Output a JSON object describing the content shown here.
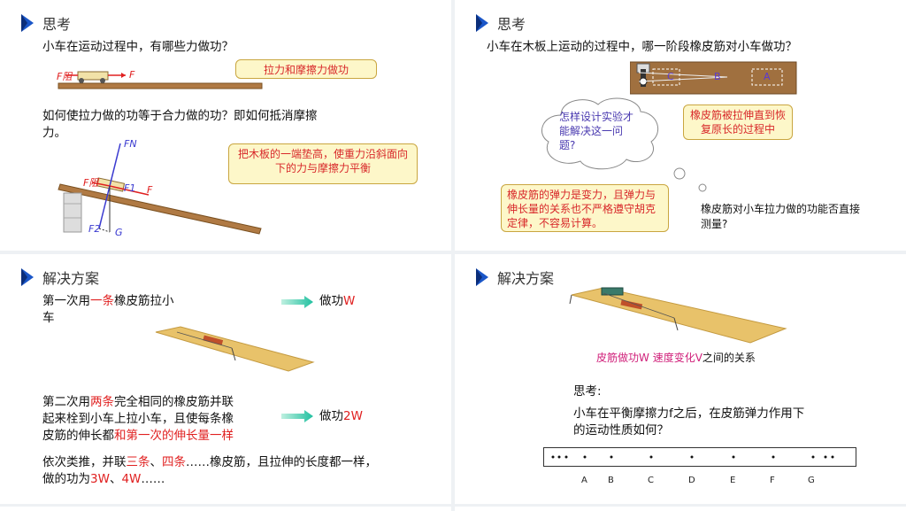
{
  "panel1": {
    "title": "思考",
    "q1": "小车在运动过程中，有哪些力做功？",
    "callout1": "拉力和摩擦力做功",
    "q2_line1": "如何使拉力做的功等于合力做的功？即如何抵消摩擦",
    "q2_line2": "力。",
    "callout2": "把木板的一端垫高，使重力沿斜面向下的力与摩擦力平衡",
    "labels": {
      "f_resist": "F阻",
      "f": "F",
      "fn": "FN",
      "f1": "F1",
      "f2": "F2",
      "g": "G"
    }
  },
  "panel2": {
    "title": "思考",
    "q1": "小车在木板上运动的过程中，哪一阶段橡皮筋对小车做功？",
    "board_labels": [
      "C",
      "B",
      "A"
    ],
    "callout_answer": "橡皮筋被拉伸直到恢复原长的过程中",
    "cloud_text": "怎样设计实验才能解决这一问题?",
    "callout_elastic": "橡皮筋的弹力是变力，且弹力与伸长量的关系也不严格遵守胡克定律，不容易计算。",
    "side_q": "橡皮筋对小车拉力做的功能否直接测量?"
  },
  "panel3": {
    "title": "解决方案",
    "step1_pre": "第一次用",
    "step1_red": "一条",
    "step1_post": "橡皮筋拉小",
    "step1_line2": "车",
    "result1_pre": "做功",
    "result1_red": "W",
    "step2_pre": "第二次用",
    "step2_red": "两条",
    "step2_post": "完全相同的橡皮筋并联",
    "step2_line2": "起来栓到小车上拉小车，且使每条橡",
    "step2_line3_pre": "皮筋的伸长都",
    "step2_line3_red": "和第一次的伸长量一样",
    "result2_pre": "做功",
    "result2_red": "2W",
    "step3_pre": "依次类推，并联",
    "step3_red1": "三条",
    "step3_mid": "、",
    "step3_red2": "四条",
    "step3_post": "……橡皮筋，且拉伸的长度都一样，",
    "step3_line2_pre": "做的功为",
    "step3_red3": "3W",
    "step3_mid2": "、",
    "step3_red4": "4W",
    "step3_end": "……"
  },
  "panel4": {
    "title": "解决方案",
    "relation_red1": "皮筋做功W",
    "relation_red2": "速度变化V",
    "relation_post": "之间的关系",
    "think": "思考:",
    "q_line1": "小车在平衡摩擦力f之后，在皮筋弹力作用下",
    "q_line2": "的运动性质如何？",
    "dot_labels": [
      "A",
      "B",
      "C",
      "D",
      "E",
      "F",
      "G"
    ]
  },
  "colors": {
    "accent": "#1a56c8",
    "callout_bg": "#fdf7c9",
    "red": "#e02020",
    "wood": "#a0703f"
  }
}
